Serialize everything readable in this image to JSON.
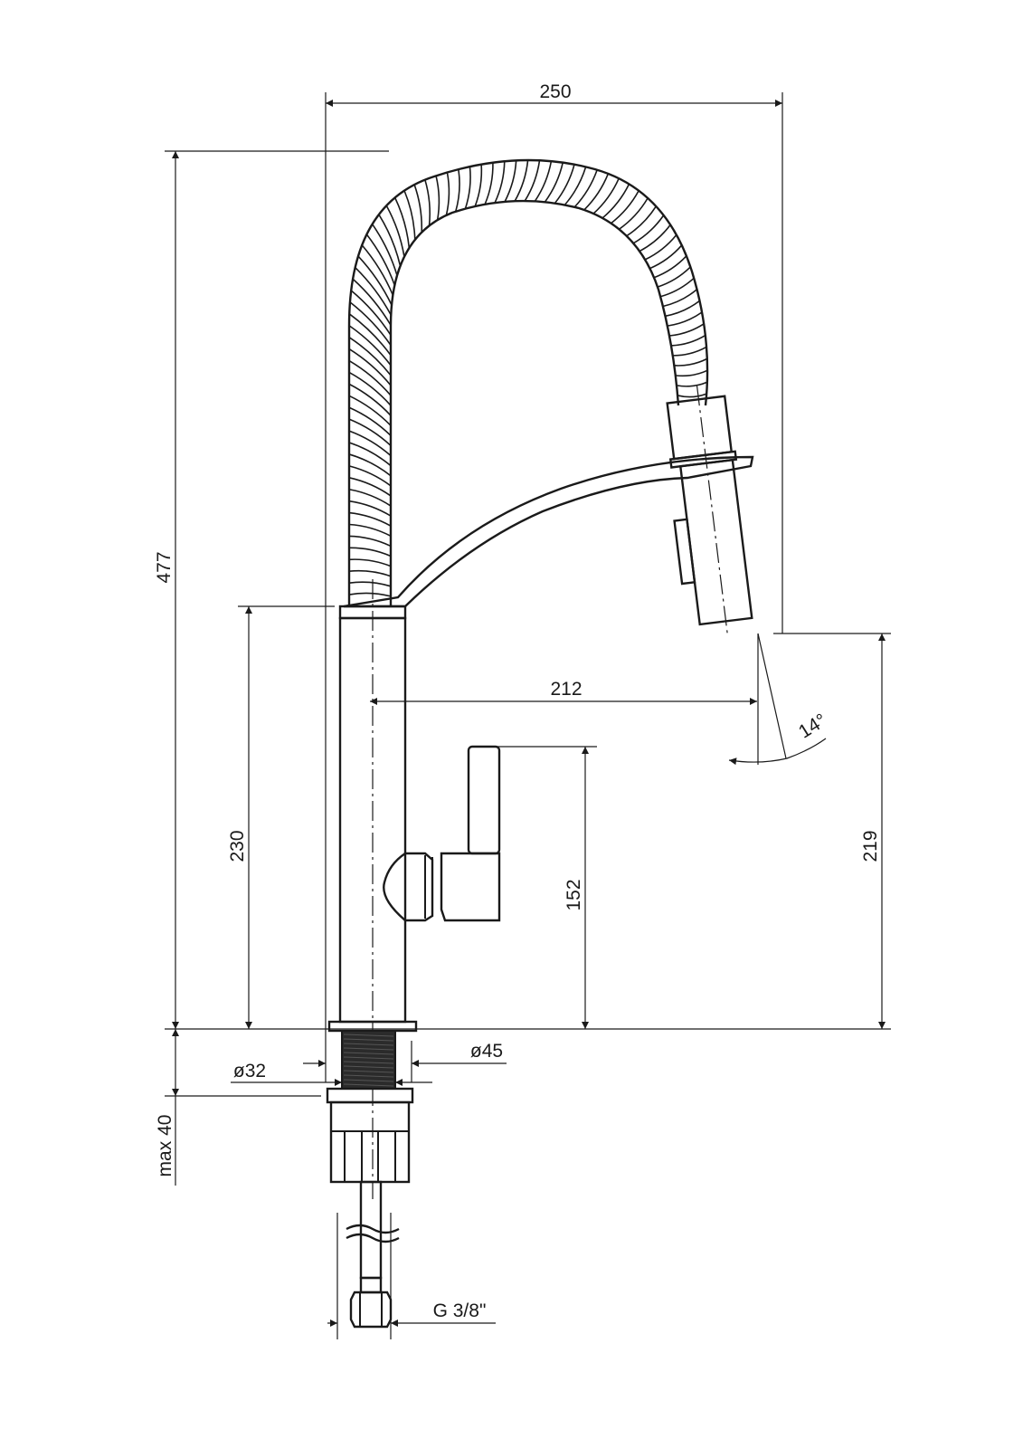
{
  "dimensions": {
    "overall_width": "250",
    "overall_height": "477",
    "body_height": "230",
    "spout_reach": "212",
    "spray_angle": "14°",
    "handle_height": "152",
    "spout_height": "219",
    "flange_diameter": "ø45",
    "shank_diameter": "ø32",
    "max_countertop": "max 40",
    "connection_thread": "G 3/8\""
  },
  "colors": {
    "line": "#1a1a1a",
    "background": "#ffffff",
    "thread_fill": "#2b2b2b"
  }
}
